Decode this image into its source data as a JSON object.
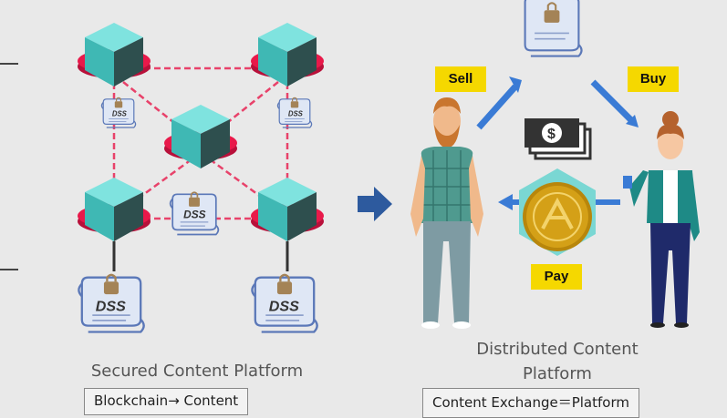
{
  "left": {
    "caption": "Secured Content Platform",
    "box_label": "Blockchain→ Content",
    "scroll_label": "DSS"
  },
  "right": {
    "caption_line1": "Distributed Content",
    "caption_line2": "Platform",
    "box_label": "Content Exchange＝Platform",
    "sell_label": "Sell",
    "buy_label": "Buy",
    "pay_label": "Pay"
  },
  "colors": {
    "background": "#e9e9e9",
    "cube_top": "#7fe3df",
    "cube_left": "#3fb8b4",
    "cube_right": "#2e4f4e",
    "disk_red": "#e8194a",
    "arrow_blue": "#3a7bd5",
    "tag_yellow": "#f5d800",
    "coin_gold": "#d4a017"
  }
}
